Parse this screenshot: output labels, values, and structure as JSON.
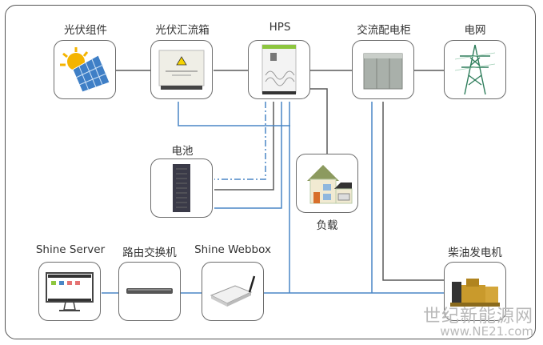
{
  "diagram": {
    "title": "光伏储能混合系统拓扑",
    "nodes": [
      {
        "id": "pv-module",
        "label": "光伏组件",
        "icon": "solar-panel-icon"
      },
      {
        "id": "combiner-box",
        "label": "光伏汇流箱",
        "icon": "combiner-box-icon"
      },
      {
        "id": "hps",
        "label": "HPS",
        "icon": "inverter-cabinet-icon"
      },
      {
        "id": "ac-cabinet",
        "label": "交流配电柜",
        "icon": "distribution-cabinet-icon"
      },
      {
        "id": "grid",
        "label": "电网",
        "icon": "power-tower-icon"
      },
      {
        "id": "battery",
        "label": "电池",
        "icon": "battery-rack-icon"
      },
      {
        "id": "load",
        "label": "负载",
        "icon": "house-icon"
      },
      {
        "id": "shine-server",
        "label": "Shine Server",
        "icon": "monitor-icon"
      },
      {
        "id": "router",
        "label": "路由交换机",
        "icon": "switch-icon"
      },
      {
        "id": "shine-webbox",
        "label": "Shine Webbox",
        "icon": "webbox-icon"
      },
      {
        "id": "diesel",
        "label": "柴油发电机",
        "icon": "generator-icon"
      }
    ],
    "edges": [
      {
        "from": "pv-module",
        "to": "combiner-box",
        "type": "power"
      },
      {
        "from": "combiner-box",
        "to": "hps",
        "type": "power"
      },
      {
        "from": "hps",
        "to": "ac-cabinet",
        "type": "power"
      },
      {
        "from": "ac-cabinet",
        "to": "grid",
        "type": "power"
      },
      {
        "from": "hps",
        "to": "battery",
        "type": "power"
      },
      {
        "from": "hps",
        "to": "battery",
        "type": "control-dashed"
      },
      {
        "from": "hps",
        "to": "load",
        "type": "power"
      },
      {
        "from": "ac-cabinet",
        "to": "diesel",
        "type": "power"
      },
      {
        "from": "combiner-box",
        "to": "shine-webbox",
        "type": "communication"
      },
      {
        "from": "hps",
        "to": "shine-webbox",
        "type": "communication"
      },
      {
        "from": "battery",
        "to": "shine-webbox",
        "type": "communication"
      },
      {
        "from": "ac-cabinet",
        "to": "shine-webbox",
        "type": "communication"
      },
      {
        "from": "shine-webbox",
        "to": "router",
        "type": "communication"
      },
      {
        "from": "router",
        "to": "shine-server",
        "type": "communication"
      },
      {
        "from": "diesel",
        "to": "shine-webbox",
        "type": "communication"
      }
    ],
    "colors": {
      "power": "#555555",
      "communication": "#4a86c5",
      "frame": "#555555"
    }
  },
  "watermark": {
    "cn": "世纪新能源网",
    "url": "www.NE21.com"
  }
}
